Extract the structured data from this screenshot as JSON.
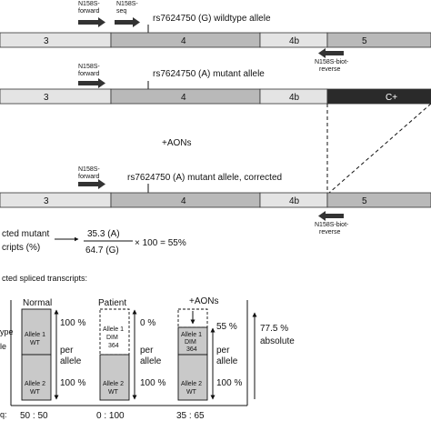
{
  "row1": {
    "title": "rs7624750 (G) wildtype allele",
    "primer_fwd": [
      "N158S-",
      "forward"
    ],
    "primer_seq": [
      "N158S-",
      "seq"
    ],
    "exons": [
      "3",
      "4",
      "4b",
      "5"
    ],
    "rev_primer": [
      "N158S-biot-",
      "reverse"
    ]
  },
  "row2": {
    "title": "rs7624750 (A) mutant allele",
    "primer_fwd": [
      "N158S-",
      "forward"
    ],
    "exons": [
      "3",
      "4",
      "4b",
      "C+"
    ]
  },
  "aons_label": "+AONs",
  "row3": {
    "title": "rs7624750 (A) mutant allele, corrected",
    "primer_fwd": [
      "N158S-",
      "forward"
    ],
    "exons": [
      "3",
      "4",
      "4b",
      "5"
    ],
    "rev_primer": [
      "N158S-biot-",
      "reverse"
    ]
  },
  "formula": {
    "left_top": "cted mutant",
    "left_bottom": "cripts (%)",
    "numerator": "35.3 (A)",
    "denominator": "64.7 (G)",
    "rhs": "× 100 = 55%"
  },
  "spliced_label": "cted spliced transcripts:",
  "groups": [
    {
      "title": "Normal",
      "allele1": [
        "Allele 1",
        "WT"
      ],
      "allele2": [
        "Allele 2",
        "WT"
      ],
      "pct_top": "100 %",
      "per_allele": [
        "per",
        "allele"
      ],
      "pct_bottom": "100 %",
      "ratio": "50 : 50"
    },
    {
      "title": "Patient",
      "allele1": [
        "Allele 1",
        "DIM",
        "364"
      ],
      "allele2": [
        "Allele 2",
        "WT"
      ],
      "pct_top": "0 %",
      "per_allele": [
        "per",
        "allele"
      ],
      "pct_bottom": "100 %",
      "ratio": "0 : 100"
    },
    {
      "title": "+AONs",
      "allele1": [
        "Allele 1",
        "DIM",
        "364"
      ],
      "allele2": [
        "Allele 2",
        "WT"
      ],
      "pct_top": "55 %",
      "per_allele": [
        "per",
        "allele"
      ],
      "pct_bottom": "100 %",
      "ratio": "35 : 65"
    }
  ],
  "left_labels": [
    "ype",
    "le",
    "q:"
  ],
  "absolute": [
    "77.5 %",
    "absolute"
  ],
  "colors": {
    "exon_light": "#e4e4e4",
    "exon_dark": "#b9b9b9",
    "c_plus": "#2a2a2a"
  }
}
